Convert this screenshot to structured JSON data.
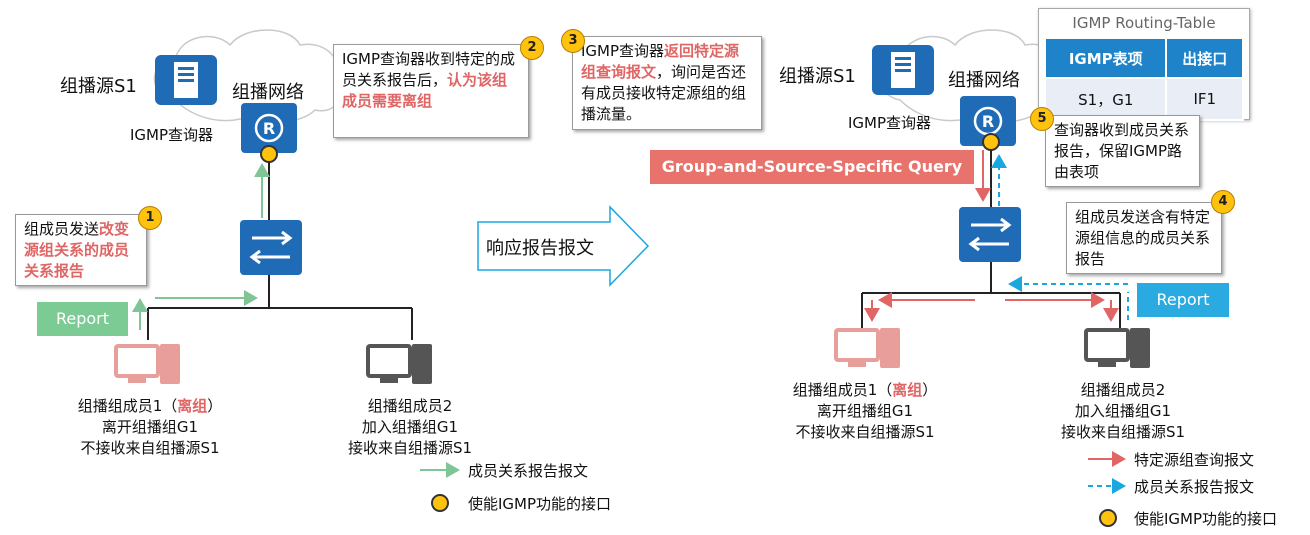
{
  "left": {
    "source_label": "组播源S1",
    "network_label": "组播网络",
    "querier_label": "IGMP查询器",
    "callout_querier": {
      "part1": "IGMP查询器收到特定的成员关系报告后，",
      "part2": "认为该组成员需要离组",
      "badge": "2"
    },
    "callout_member": {
      "part1": "组成员发送",
      "part2": "改变源组关系的成员关系报告",
      "badge": "1"
    },
    "report_label": "Report",
    "member1": {
      "line1_a": "组播组成员1（",
      "line1_b": "离组",
      "line1_c": "）",
      "line2": "离开组播组G1",
      "line3": "不接收来自组播源S1"
    },
    "member2": {
      "line1": "组播组成员2",
      "line2": "加入组播组G1",
      "line3": "接收来自组播源S1"
    },
    "legend": {
      "report_msg": "成员关系报告报文",
      "igmp_iface": "使能IGMP功能的接口"
    }
  },
  "middle": {
    "arrow_label": "响应报告报文"
  },
  "right": {
    "source_label": "组播源S1",
    "network_label": "组播网络",
    "querier_label": "IGMP查询器",
    "callout_query": {
      "part1": "IGMP查询器",
      "part2": "返回特定源组查询报文",
      "part3": "，询问是否还有成员接收特定源组的组播流量。",
      "badge": "3"
    },
    "query_label": "Group-and-Source-Specific Query",
    "routing_table": {
      "title": "IGMP Routing-Table",
      "headers": [
        "IGMP表项",
        "出接口"
      ],
      "rows": [
        [
          "S1，G1",
          "IF1"
        ]
      ]
    },
    "callout_keep": {
      "text": "查询器收到成员关系报告，保留IGMP路由表项",
      "badge": "5"
    },
    "callout_member2": {
      "text": "组成员发送含有特定源组信息的成员关系报告",
      "badge": "4"
    },
    "report_label": "Report",
    "member1": {
      "line1_a": "组播组成员1（",
      "line1_b": "离组",
      "line1_c": "）",
      "line2": "离开组播组G1",
      "line3": "不接收来自组播源S1"
    },
    "member2": {
      "line1": "组播组成员2",
      "line2": "加入组播组G1",
      "line3": "接收来自组播源S1"
    },
    "legend": {
      "query_msg": "特定源组查询报文",
      "report_msg": "成员关系报告报文",
      "igmp_iface": "使能IGMP功能的接口"
    }
  },
  "colors": {
    "blue": "#1f6bb5",
    "red": "#e06666",
    "green": "#7fc596",
    "cyan": "#1aa7e0",
    "yellow": "#ffc20e",
    "query_fill": "#e8736c",
    "report_green": "#7ccb95",
    "report_cyan": "#29abe2"
  }
}
